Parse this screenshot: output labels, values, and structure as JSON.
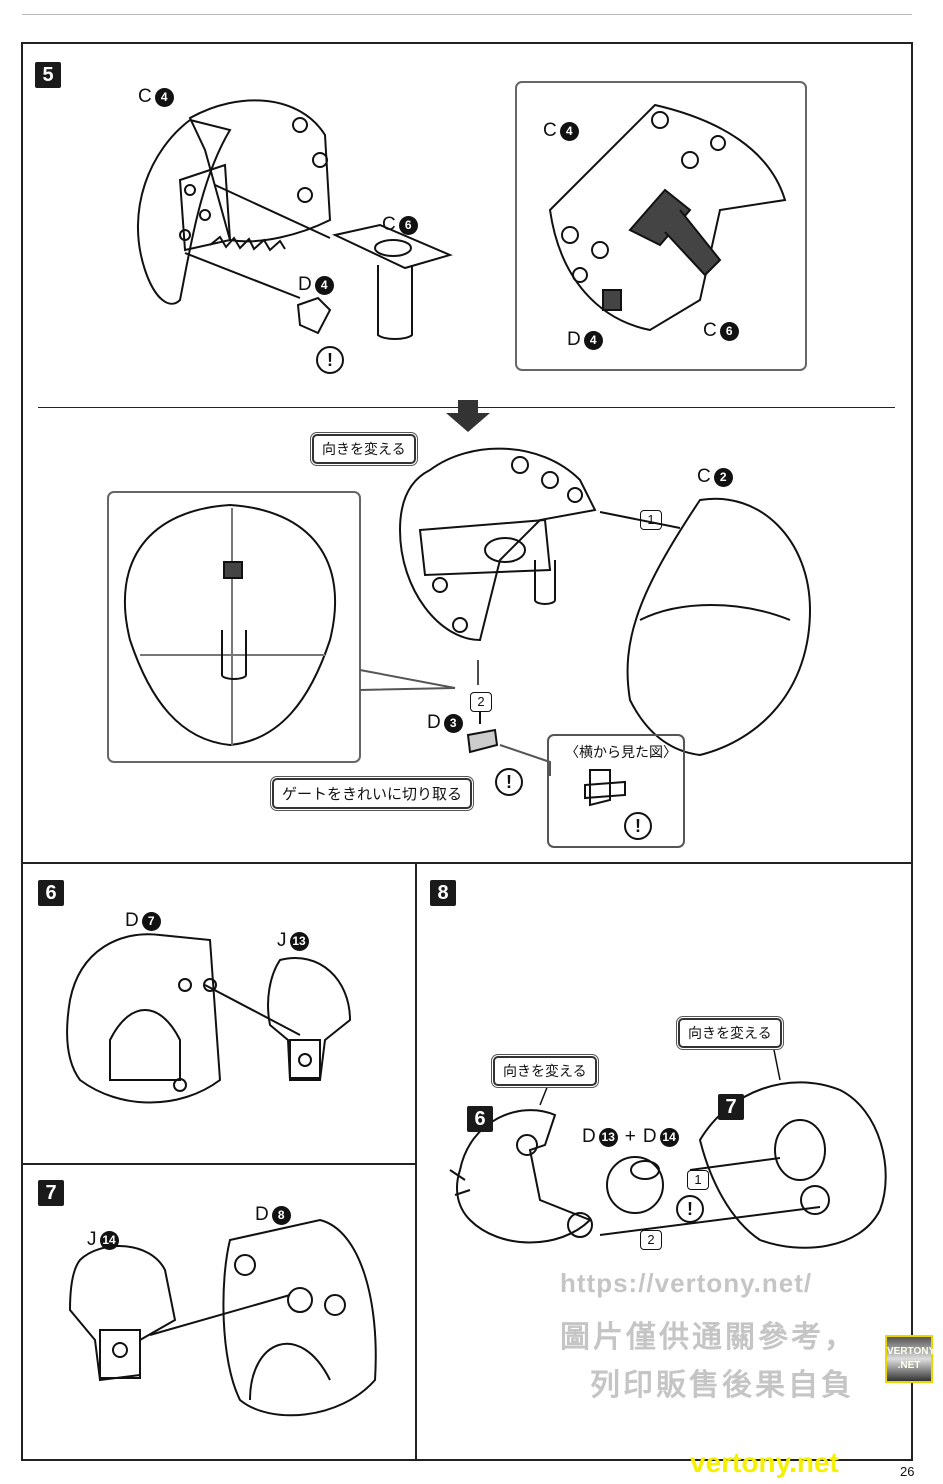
{
  "page_number": "26",
  "steps": {
    "s5": "5",
    "s6": "6",
    "s7": "7",
    "s8": "8",
    "s8_sub6": "6",
    "s8_sub7": "7"
  },
  "parts": {
    "c4_a": {
      "letter": "C",
      "num": "4"
    },
    "c6_a": {
      "letter": "C",
      "num": "6"
    },
    "d4_a": {
      "letter": "D",
      "num": "4"
    },
    "c4_b": {
      "letter": "C",
      "num": "4"
    },
    "d4_b": {
      "letter": "D",
      "num": "4"
    },
    "c6_b": {
      "letter": "C",
      "num": "6"
    },
    "c2": {
      "letter": "C",
      "num": "2"
    },
    "d3": {
      "letter": "D",
      "num": "3"
    },
    "d7": {
      "letter": "D",
      "num": "7"
    },
    "j13": {
      "letter": "J",
      "num": "13"
    },
    "j14": {
      "letter": "J",
      "num": "14"
    },
    "d8": {
      "letter": "D",
      "num": "8"
    },
    "d13_d14": {
      "letter1": "D",
      "num1": "13",
      "plus": "+",
      "letter2": "D",
      "num2": "14"
    }
  },
  "notes": {
    "turn_around_1": "向きを変える",
    "cut_gate": "ゲートをきれいに切り取る",
    "side_view": "〈横から見た図〉",
    "turn_around_2": "向きを変える",
    "turn_around_3": "向きを変える"
  },
  "order_markers": {
    "first": "1",
    "second": "2",
    "s8_first": "1",
    "s8_second": "2"
  },
  "warning_symbol": "!",
  "watermarks": {
    "url": "https://vertony.net/",
    "line1": "圖片僅供通關參考，",
    "line2": "列印販售後果自負",
    "logo": "VERTONY .NET",
    "footer": "vertony.net"
  },
  "colors": {
    "ink": "#111111",
    "part_fill": "#444444",
    "watermark_yellow": "#f4f000"
  }
}
